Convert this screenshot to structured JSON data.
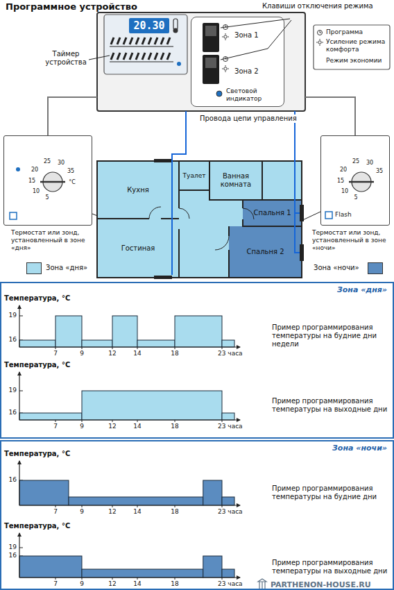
{
  "diagram": {
    "nodes": [
      {
        "text": [
          "Программное устройство"
        ]
      },
      {
        "text": [
          "20.30"
        ],
        "in": 0
      },
      {
        "text": [
          "Зона 1",
          "Зона 2",
          "Световой индикатор"
        ],
        "in": 0
      },
      {
        "text": [
          "25",
          "30",
          "35",
          "20",
          "15",
          "10",
          "5",
          "°C"
        ]
      },
      {
        "text": [
          "25",
          "30",
          "35",
          "20",
          "15",
          "10",
          "5",
          "Flash"
        ]
      },
      {
        "text": [
          "Кухня"
        ]
      },
      {
        "text": [
          "Туалет"
        ]
      },
      {
        "text": [
          "Ванная комната"
        ]
      },
      {
        "text": [
          "Спальня 1"
        ]
      },
      {
        "text": [
          "Гостиная"
        ]
      },
      {
        "text": [
          "Спальня 2"
        ]
      },
      {
        "text": [
          "Зона «дня»"
        ]
      },
      {
        "text": [
          "Зона «ночи»"
        ]
      }
    ],
    "edges": [
      {
        "from": 0,
        "to": 3,
        "arrow": "none"
      },
      {
        "from": 0,
        "to": 4,
        "arrow": "none"
      }
    ],
    "labels": [
      "Таймер устройства",
      "Клавиши отключения режима",
      "Провода цепи управления",
      "Термостат или зонд, установленный в зоне «дня»",
      "Термостат или зонд, установленный в зоне «ночи»",
      "Температура, °C",
      "19",
      "16",
      "7",
      "9",
      "12",
      "14",
      "18",
      "23 часа",
      "Пример программирования температуры на будние дни недели",
      "Температура, °C",
      "19",
      "16",
      "7",
      "9",
      "12",
      "14",
      "18",
      "23 часа",
      "Пример программирования температуры на выходные дни",
      "Температура, °C",
      "16",
      "7",
      "9",
      "12",
      "14",
      "18",
      "23 часа",
      "Пример программирования температуры на будние дни",
      "Температура, °C",
      "19",
      "16",
      "7",
      "9",
      "12",
      "14",
      "18",
      "23 часа",
      "Пример программирования температуры на выходные дни",
      "PARTHENON-HOUSE.RU"
    ],
    "legend": [
      {
        "text": "Программа"
      },
      {
        "text": "Усиление режима комфорта"
      },
      {
        "text": "Режим экономии"
      },
      {
        "text": "Зона «дня»",
        "color": "#a9dcee"
      },
      {
        "text": "Зона «ночи»",
        "color": "#5b8cc0"
      }
    ]
  }
}
